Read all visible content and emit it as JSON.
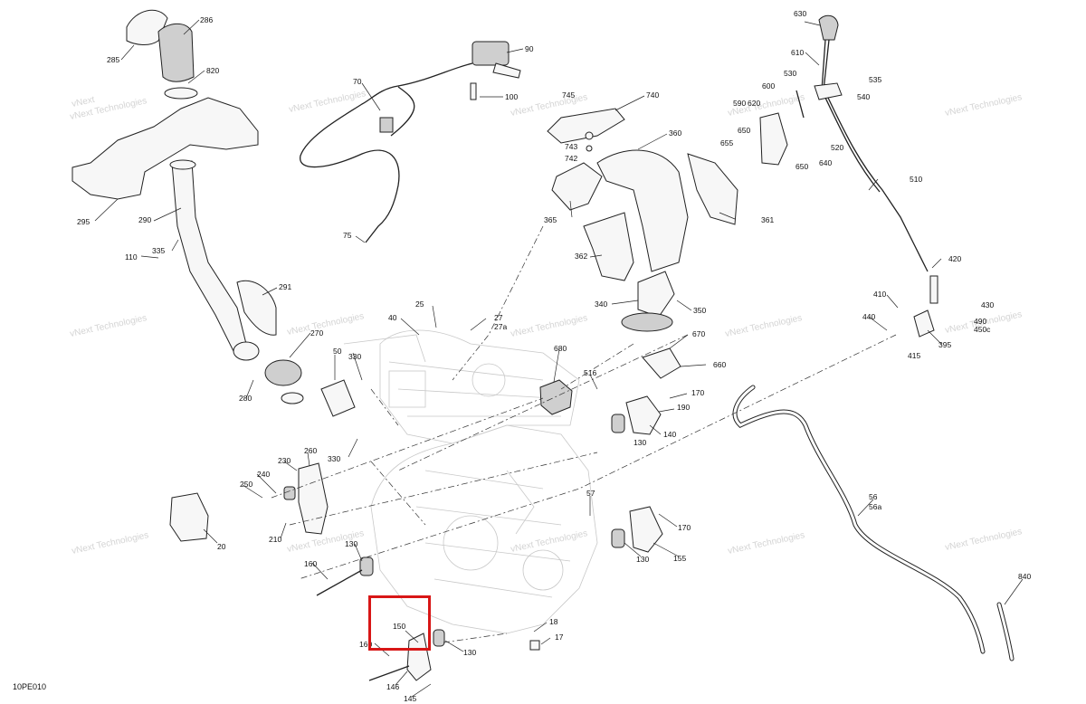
{
  "diagram_id": "10PE010",
  "watermark": "vNext Technologies",
  "highlight_color": "#d81616",
  "callouts": [
    {
      "label": "285",
      "part": "air-intake-cap"
    },
    {
      "label": "286",
      "part": "intake-adapter"
    },
    {
      "label": "820",
      "part": "clamp"
    },
    {
      "label": "295",
      "part": "heat-shield-plate"
    },
    {
      "label": "290",
      "part": "intake-duct"
    },
    {
      "label": "335",
      "part": "screw"
    },
    {
      "label": "110",
      "part": "screw"
    },
    {
      "label": "291",
      "part": "foam-seal"
    },
    {
      "label": "270",
      "part": "intake-boot"
    },
    {
      "label": "280",
      "part": "clamp"
    },
    {
      "label": "70",
      "part": "throttle-cable"
    },
    {
      "label": "90",
      "part": "throttle-lever"
    },
    {
      "label": "100",
      "part": "screw"
    },
    {
      "label": "75",
      "part": "cable-tie"
    },
    {
      "label": "745",
      "part": "screw"
    },
    {
      "label": "740",
      "part": "bracket"
    },
    {
      "label": "743",
      "part": "washer"
    },
    {
      "label": "742",
      "part": "nut"
    },
    {
      "label": "360",
      "part": "exhaust-pipe"
    },
    {
      "label": "365",
      "part": "exhaust-manifold"
    },
    {
      "label": "361",
      "part": "heat-shield"
    },
    {
      "label": "362",
      "part": "heat-shield"
    },
    {
      "label": "340",
      "part": "muffler-canister"
    },
    {
      "label": "350",
      "part": "spring"
    },
    {
      "label": "630",
      "part": "shift-knob"
    },
    {
      "label": "610",
      "part": "shift-lever"
    },
    {
      "label": "535",
      "part": "screw"
    },
    {
      "label": "530",
      "part": "spring"
    },
    {
      "label": "540",
      "part": "bushing"
    },
    {
      "label": "600",
      "part": "spring"
    },
    {
      "label": "590",
      "part": "bracket"
    },
    {
      "label": "620",
      "part": "bracket"
    },
    {
      "label": "650",
      "part": "screw"
    },
    {
      "label": "655",
      "part": "nut"
    },
    {
      "label": "640",
      "part": "pivot"
    },
    {
      "label": "520",
      "part": "rod"
    },
    {
      "label": "510",
      "part": "shift-rod"
    },
    {
      "label": "420",
      "part": "rod-end"
    },
    {
      "label": "410",
      "part": "bolt"
    },
    {
      "label": "430",
      "part": "nut"
    },
    {
      "label": "440",
      "part": "bolt"
    },
    {
      "label": "490",
      "part": "lever"
    },
    {
      "label": "450c",
      "part": "washer"
    },
    {
      "label": "395",
      "part": "shift-arm"
    },
    {
      "label": "415",
      "part": "nut"
    },
    {
      "label": "25",
      "part": "screw"
    },
    {
      "label": "40",
      "part": "bracket"
    },
    {
      "label": "27",
      "part": "hose-fitting"
    },
    {
      "label": "27a",
      "part": "hose-fitting"
    },
    {
      "label": "680",
      "part": "sensor"
    },
    {
      "label": "670",
      "part": "screw"
    },
    {
      "label": "660",
      "part": "guard"
    },
    {
      "label": "516",
      "part": "screw"
    },
    {
      "label": "170",
      "part": "nut"
    },
    {
      "label": "190",
      "part": "screw"
    },
    {
      "label": "140",
      "part": "engine-mount-bracket"
    },
    {
      "label": "130",
      "part": "rubber-mount"
    },
    {
      "label": "50",
      "part": "gasket"
    },
    {
      "label": "330",
      "part": "screw"
    },
    {
      "label": "260",
      "part": "bracket"
    },
    {
      "label": "230",
      "part": "support"
    },
    {
      "label": "240",
      "part": "spacer"
    },
    {
      "label": "250",
      "part": "screw"
    },
    {
      "label": "210",
      "part": "nut"
    },
    {
      "label": "20",
      "part": "cover"
    },
    {
      "label": "57",
      "part": "screw"
    },
    {
      "label": "155",
      "part": "engine-mount-bracket"
    },
    {
      "label": "160",
      "part": "bolt"
    },
    {
      "label": "56",
      "part": "breather-hose"
    },
    {
      "label": "56a",
      "part": "breather-hose"
    },
    {
      "label": "840",
      "part": "drain-hose"
    },
    {
      "label": "18",
      "part": "clip"
    },
    {
      "label": "17",
      "part": "plug"
    },
    {
      "label": "150",
      "part": "engine-mount-bracket"
    },
    {
      "label": "146",
      "part": "bolt"
    },
    {
      "label": "145",
      "part": "nut"
    }
  ]
}
